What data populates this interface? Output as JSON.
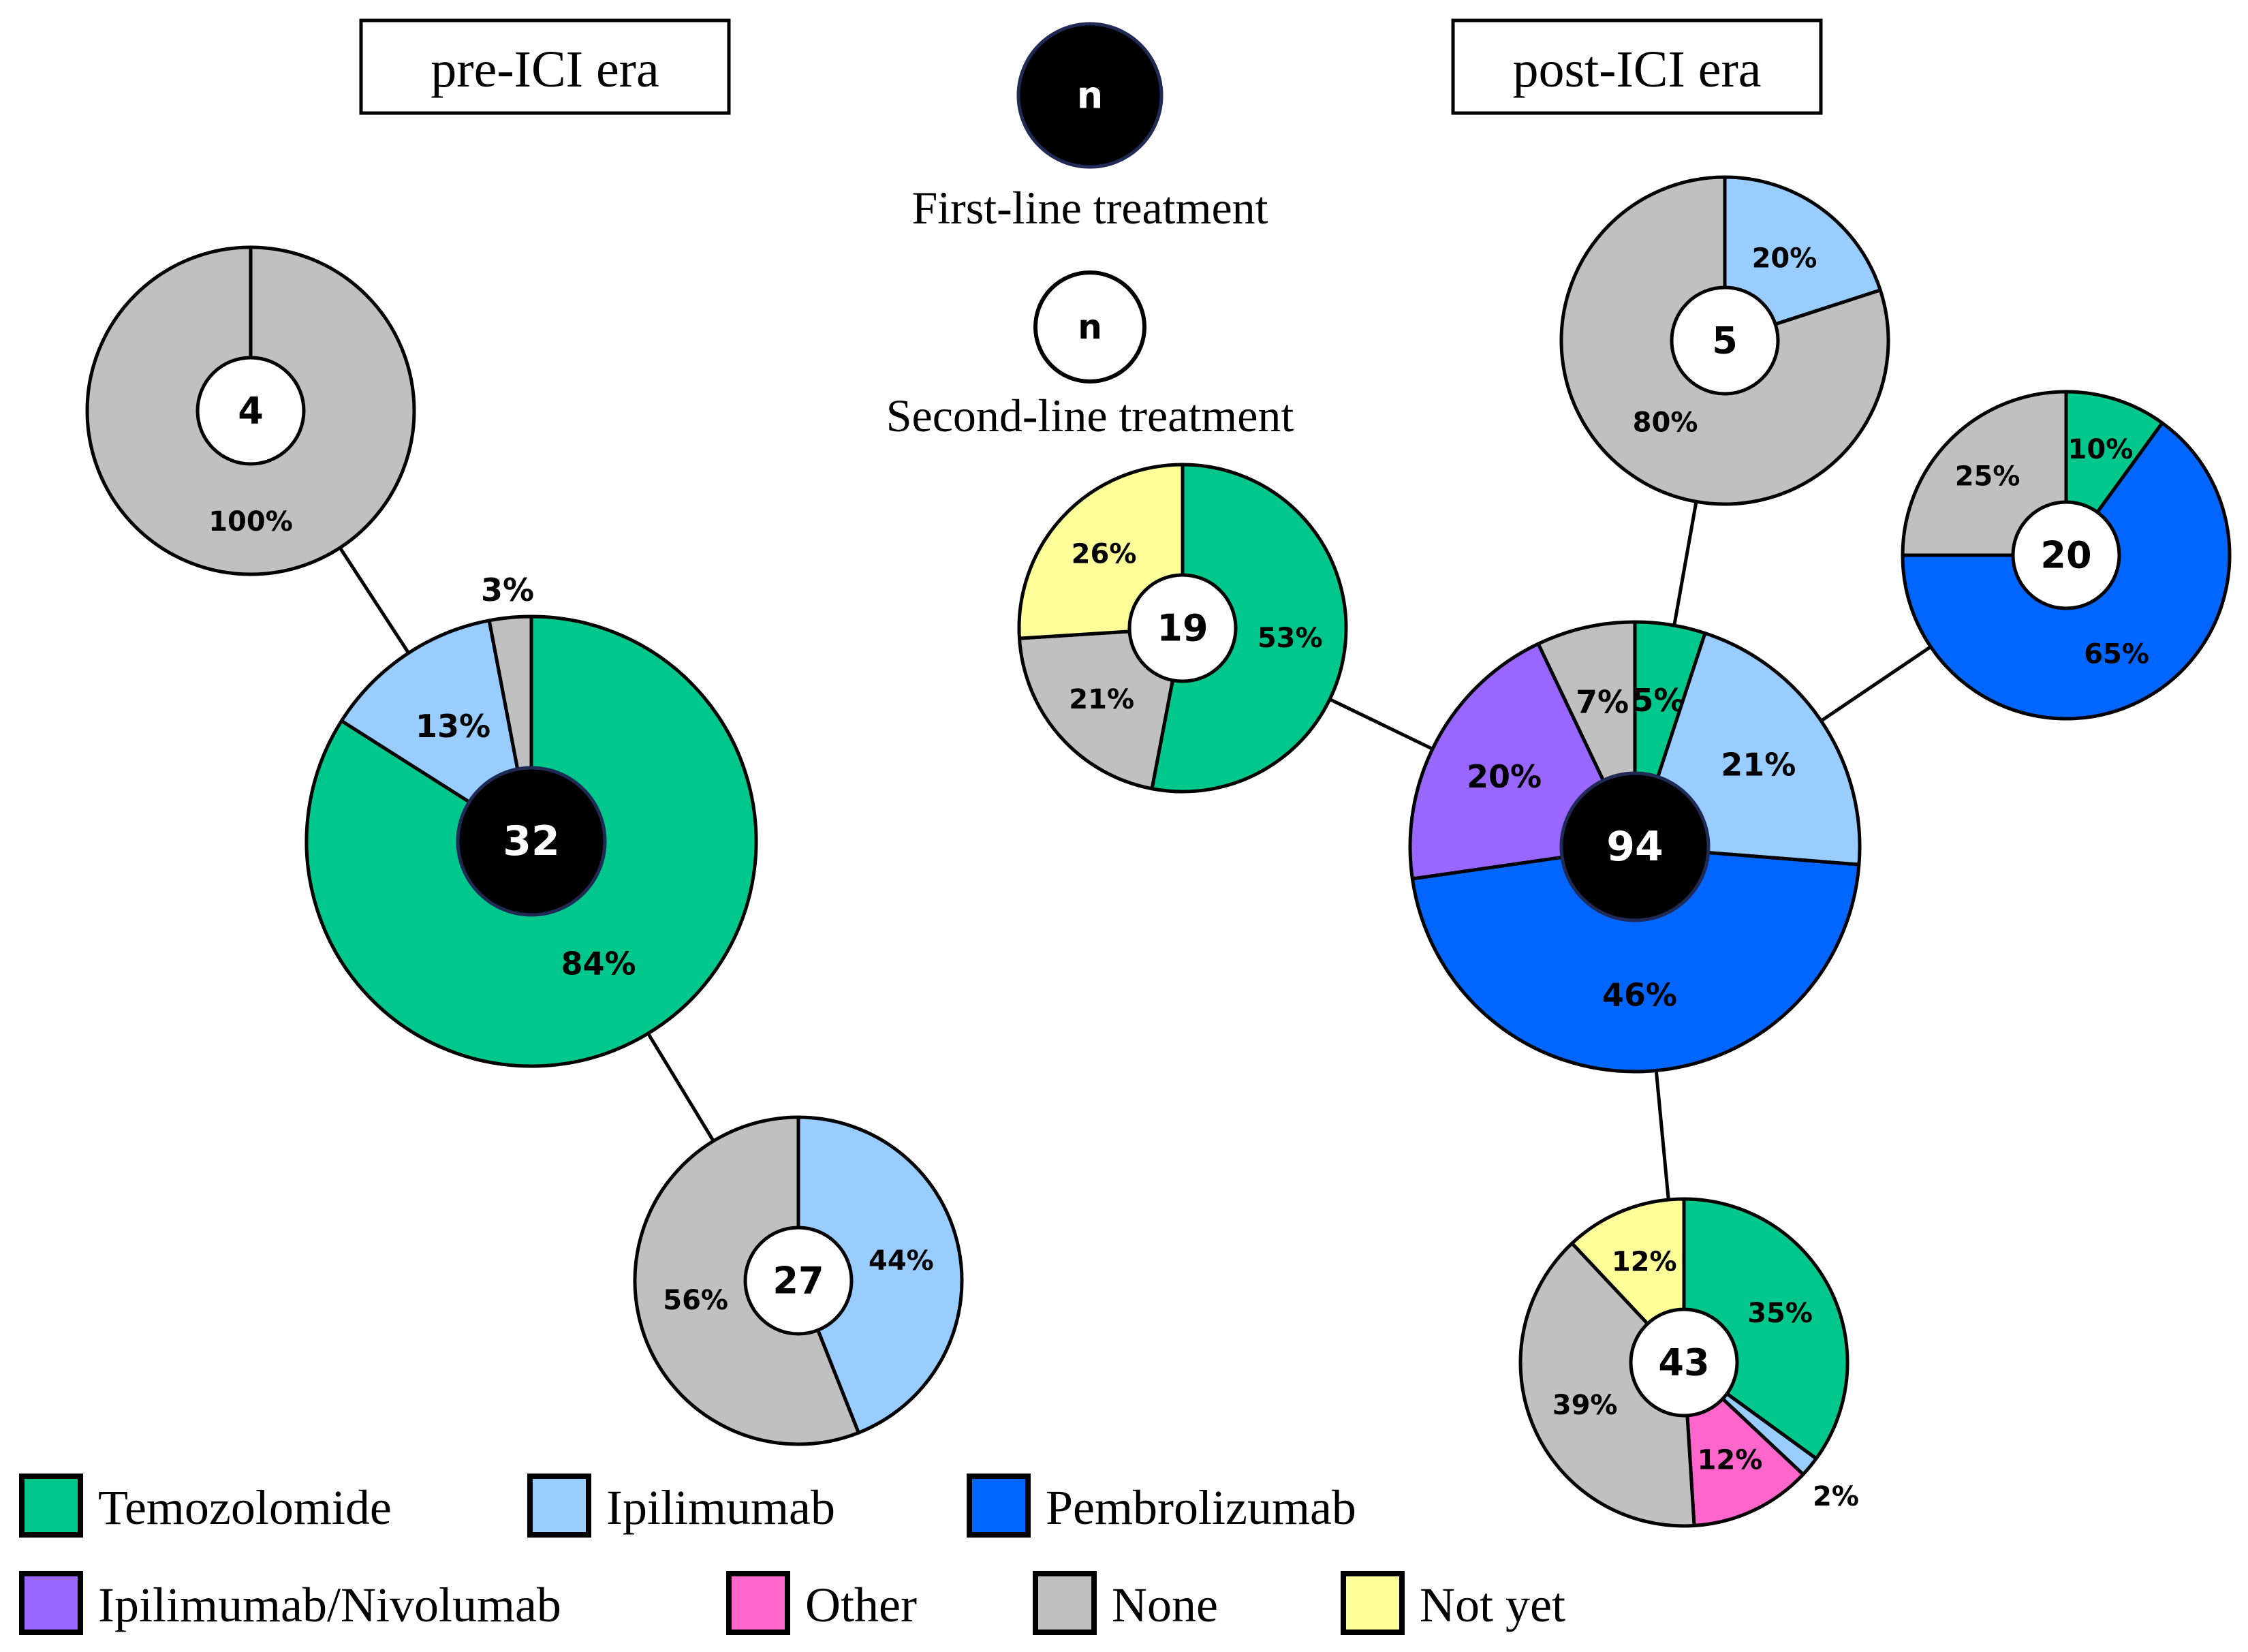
{
  "chart_data": {
    "type": "pie",
    "era_labels": {
      "pre": "pre-ICI era",
      "post": "post-ICI era"
    },
    "key": {
      "first_line_symbol": "n",
      "first_line_label": "First-line treatment",
      "second_line_symbol": "n",
      "second_line_label": "Second-line treatment"
    },
    "categories": {
      "temozolomide": {
        "label": "Temozolomide",
        "color": "#00c88c"
      },
      "ipilimumab": {
        "label": "Ipilimumab",
        "color": "#99ccff"
      },
      "pembrolizumab": {
        "label": "Pembrolizumab",
        "color": "#0066ff"
      },
      "ipi_nivo": {
        "label": "Ipilimumab/Nivolumab",
        "color": "#9966ff"
      },
      "other": {
        "label": "Other",
        "color": "#ff66cc"
      },
      "none": {
        "label": "None",
        "color": "#c0c0c0"
      },
      "not_yet": {
        "label": "Not yet",
        "color": "#ffff99"
      }
    },
    "legend": [
      "temozolomide",
      "ipilimumab",
      "pembrolizumab",
      "ipi_nivo",
      "other",
      "none",
      "not_yet"
    ],
    "pies": [
      {
        "id": "pre-first",
        "era": "pre",
        "line": "first",
        "n": "32",
        "slices": [
          {
            "category": "temozolomide",
            "value": 84,
            "label": "84%"
          },
          {
            "category": "ipilimumab",
            "value": 13,
            "label": "13%"
          },
          {
            "category": "none",
            "value": 3,
            "label": "3%"
          }
        ]
      },
      {
        "id": "pre-after-ipilimumab",
        "era": "pre",
        "line": "second",
        "n": "4",
        "parent": "pre-first",
        "slices": [
          {
            "category": "none",
            "value": 100,
            "label": "100%"
          }
        ]
      },
      {
        "id": "pre-after-temozolomide",
        "era": "pre",
        "line": "second",
        "n": "27",
        "parent": "pre-first",
        "slices": [
          {
            "category": "ipilimumab",
            "value": 44,
            "label": "44%"
          },
          {
            "category": "none",
            "value": 56,
            "label": "56%"
          }
        ]
      },
      {
        "id": "post-first",
        "era": "post",
        "line": "first",
        "n": "94",
        "slices": [
          {
            "category": "temozolomide",
            "value": 5,
            "label": "5%"
          },
          {
            "category": "ipilimumab",
            "value": 21,
            "label": "21%"
          },
          {
            "category": "pembrolizumab",
            "value": 46,
            "label": "46%"
          },
          {
            "category": "ipi_nivo",
            "value": 20,
            "label": "20%"
          },
          {
            "category": "none",
            "value": 7,
            "label": "7%"
          }
        ]
      },
      {
        "id": "post-after-ipi-nivo",
        "era": "post",
        "line": "second",
        "n": "19",
        "parent": "post-first",
        "slices": [
          {
            "category": "temozolomide",
            "value": 53,
            "label": "53%"
          },
          {
            "category": "none",
            "value": 21,
            "label": "21%"
          },
          {
            "category": "not_yet",
            "value": 26,
            "label": "26%"
          }
        ]
      },
      {
        "id": "post-after-temozolomide",
        "era": "post",
        "line": "second",
        "n": "5",
        "parent": "post-first",
        "slices": [
          {
            "category": "ipilimumab",
            "value": 20,
            "label": "20%"
          },
          {
            "category": "none",
            "value": 80,
            "label": "80%"
          }
        ]
      },
      {
        "id": "post-after-ipilimumab",
        "era": "post",
        "line": "second",
        "n": "20",
        "parent": "post-first",
        "slices": [
          {
            "category": "temozolomide",
            "value": 10,
            "label": "10%"
          },
          {
            "category": "pembrolizumab",
            "value": 65,
            "label": "65%"
          },
          {
            "category": "none",
            "value": 25,
            "label": "25%"
          }
        ]
      },
      {
        "id": "post-after-pembrolizumab",
        "era": "post",
        "line": "second",
        "n": "43",
        "parent": "post-first",
        "slices": [
          {
            "category": "temozolomide",
            "value": 35,
            "label": "35%"
          },
          {
            "category": "ipilimumab",
            "value": 2,
            "label": "2%"
          },
          {
            "category": "other",
            "value": 12,
            "label": "12%"
          },
          {
            "category": "none",
            "value": 39,
            "label": "39%"
          },
          {
            "category": "not_yet",
            "value": 12,
            "label": "12%"
          }
        ]
      }
    ]
  }
}
